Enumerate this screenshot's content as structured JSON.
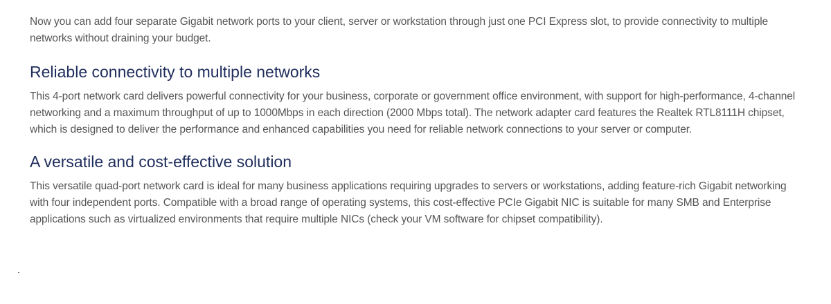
{
  "intro": "Now you can add four separate Gigabit network ports to your client, server or workstation through just one PCI Express slot, to provide connectivity to multiple networks without draining your budget.",
  "sections": [
    {
      "heading": "Reliable connectivity to multiple networks",
      "body": "This 4-port network card delivers powerful connectivity for your business, corporate or government office environment, with support for high-performance, 4-channel networking and a maximum throughput of up to 1000Mbps in each direction (2000 Mbps total). The network adapter card features the Realtek RTL8111H chipset, which is designed to deliver the performance and enhanced capabilities you need for reliable network connections to your server or computer."
    },
    {
      "heading": "A versatile and cost-effective solution",
      "body": "This versatile quad-port network card is ideal for many business applications requiring upgrades to servers or workstations, adding feature-rich Gigabit networking with four independent ports. Compatible with a broad range of operating systems, this cost-effective PCIe Gigabit NIC is suitable for many SMB and Enterprise applications such as virtualized environments that require multiple NICs (check your VM software for chipset compatibility)."
    }
  ],
  "colors": {
    "heading": "#1f2d5c",
    "body_text": "#555555",
    "background": "#ffffff"
  }
}
